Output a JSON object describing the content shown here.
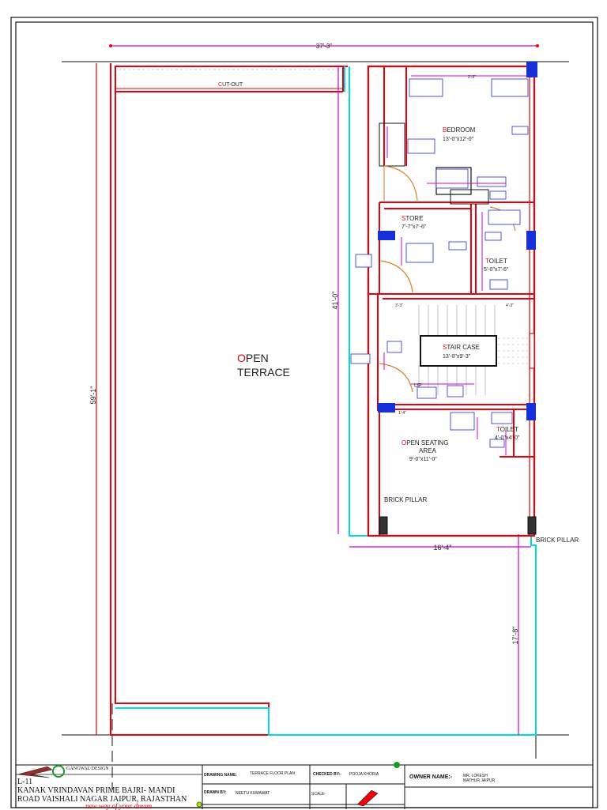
{
  "dimensions": {
    "top_width": "37'-3\"",
    "left_depth": "59'-1\"",
    "right_depth": "41'-0\"",
    "bottom_width": "16'-4\"",
    "lower_depth": "17'-8\""
  },
  "rooms": {
    "cut_out": {
      "first": "C",
      "rest": "UT-OUT"
    },
    "open_terrace": {
      "first": "O",
      "rest": "PEN",
      "line2": "TERRACE"
    },
    "bedroom": {
      "first": "B",
      "rest": "EDROOM",
      "size": "13'-0\"x12'-0\""
    },
    "store": {
      "first": "S",
      "rest": "TORE",
      "size": "7'-7\"x7'-6\""
    },
    "toilet_upper": {
      "first": "T",
      "rest": "OILET",
      "size": "5'-0\"x7'-6\""
    },
    "staircase": {
      "first": "S",
      "rest": "TAIR CASE",
      "size": "13'-0\"x9'-3\""
    },
    "toilet_lower": {
      "first": "T",
      "rest": "OILET",
      "size": "4'-0\"x4'-0\""
    },
    "open_seating": {
      "first": "O",
      "rest": "PEN SEATING",
      "line2": "AREA",
      "size": "9'-0\"x11'-0\""
    }
  },
  "labels": {
    "brick_pillar_1": "BRICK PILLAR",
    "brick_pillar_2": "BRICK PILLAR",
    "up": "UP",
    "dim_2_3": "2'-3\"",
    "dim_3_3": "3'-3\"",
    "dim_4_3": "4'-3\"",
    "dim_1_4": "1'-4\""
  },
  "title_block": {
    "firm": "GANGWAL DESIGN",
    "plot": "L-11",
    "address_line1": "KANAK VRINDAVAN PRIME BAJRI- MANDI",
    "address_line2": "ROAD VAISHALI NAGAR JAIPUR, RAJASTHAN",
    "tagline": "new way of your dream",
    "drawing_name_label": "DRAWING NAME:",
    "drawing_name_value": "TERRACE FLOOR PLAN",
    "checked_by_label": "CHECKED BY:-",
    "checked_by_value": "POOJA KHORIA",
    "owner_label": "OWNER NAME:-",
    "owner_value": "MR. LOKESH MATHUR JAIPUR",
    "drawn_by_label": "DRAWN BY:",
    "drawn_by_value": "NEETU KUMAWAT",
    "scale_label": "SCALE-"
  },
  "colors": {
    "walls": "#e8000b",
    "dimension": "#d400d4",
    "boundary": "#00d9e6",
    "furniture": "#1e2bd8",
    "door_arc": "#d9821e",
    "pillar_blue": "#1530d6"
  }
}
